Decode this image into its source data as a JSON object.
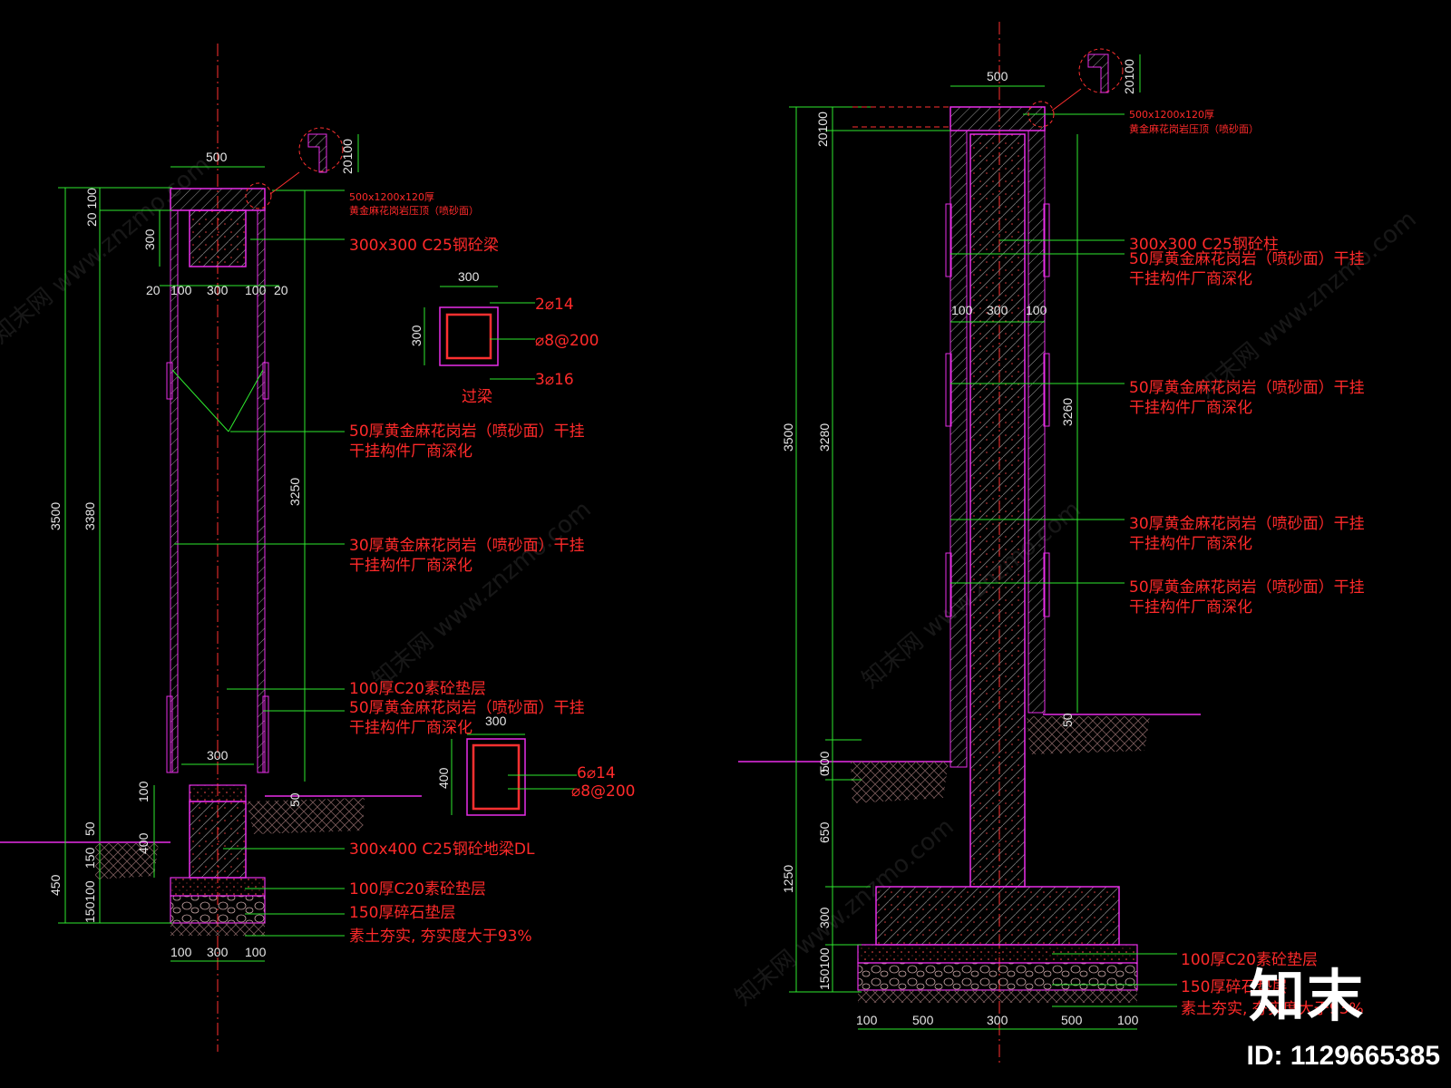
{
  "left": {
    "dims": {
      "top_width": "500",
      "d20_100": "20 100",
      "d300_v": "300",
      "bottom_row": [
        "20",
        "100",
        "300",
        "100",
        "20"
      ],
      "h3500": "3500",
      "h3380": "3380",
      "h3250": "3250",
      "d300_footer": "300",
      "d100": "100",
      "d50": "50",
      "d400": "400",
      "d150": "150",
      "d450": "450",
      "d150_100": "150100",
      "d50b": "50",
      "base_row": [
        "100",
        "300",
        "100"
      ]
    },
    "labels": {
      "cap": "500x1200x120厚",
      "cap2": "黄金麻花岗岩压顶（喷砂面）",
      "beam": "300x300 C25钢砼梁",
      "granite50_a": "50厚黄金麻花岗岩（喷砂面）干挂",
      "granite50_a2": "干挂构件厂商深化",
      "granite30": "30厚黄金麻花岗岩（喷砂面）干挂",
      "granite30_2": "干挂构件厂商深化",
      "c20_top": "100厚C20素砼垫层",
      "granite50_b": "50厚黄金麻花岗岩（喷砂面）干挂",
      "granite50_b2": "干挂构件厂商深化",
      "dl": "300x400 C25钢砼地梁DL",
      "c20": "100厚C20素砼垫层",
      "gravel": "150厚碎石垫层",
      "soil": "素土夯实, 夯实度大于93%"
    },
    "detail_cap": {
      "dim": "20100"
    },
    "beam_section": {
      "w": "300",
      "h": "300",
      "r1": "2⌀14",
      "r2": "⌀8@200",
      "r3": "3⌀16",
      "title": "过梁"
    },
    "dl_section": {
      "w": "300",
      "h": "400",
      "r1": "6⌀14",
      "r2": "⌀8@200"
    }
  },
  "right": {
    "dims": {
      "top_width": "500",
      "d20_100": "20100",
      "mid_row": [
        "100",
        "300",
        "100"
      ],
      "h3500": "3500",
      "h3280": "3280",
      "h3260": "3260",
      "d50": "50",
      "d500": "500",
      "d0": "0",
      "d650": "650",
      "d1250": "1250",
      "d300": "300",
      "d150_100": "150100",
      "base_row": [
        "100",
        "500",
        "300",
        "500",
        "100"
      ]
    },
    "labels": {
      "cap": "500x1200x120厚",
      "cap2": "黄金麻花岗岩压顶（喷砂面）",
      "column": "300x300 C25钢砼柱",
      "g50_a": "50厚黄金麻花岗岩（喷砂面）干挂",
      "g50_a2": "干挂构件厂商深化",
      "g50_b": "50厚黄金麻花岗岩（喷砂面）干挂",
      "g50_b2": "干挂构件厂商深化",
      "g30": "30厚黄金麻花岗岩（喷砂面）干挂",
      "g30_2": "干挂构件厂商深化",
      "g50_c": "50厚黄金麻花岗岩（喷砂面）干挂",
      "g50_c2": "干挂构件厂商深化",
      "c20": "100厚C20素砼垫层",
      "gravel": "150厚碎石垫层",
      "soil": "素土夯实, 夯实度大于93%"
    },
    "detail_cap": {
      "dim": "20100"
    }
  },
  "watermark": "知末网 www.znzmo.com",
  "brand": "知末",
  "id_text": "ID: 1129665385",
  "colors": {
    "dim": "#2ee82e",
    "outline": "#e82ee8",
    "text": "#ff2a2a",
    "centerline": "#ff3030"
  }
}
